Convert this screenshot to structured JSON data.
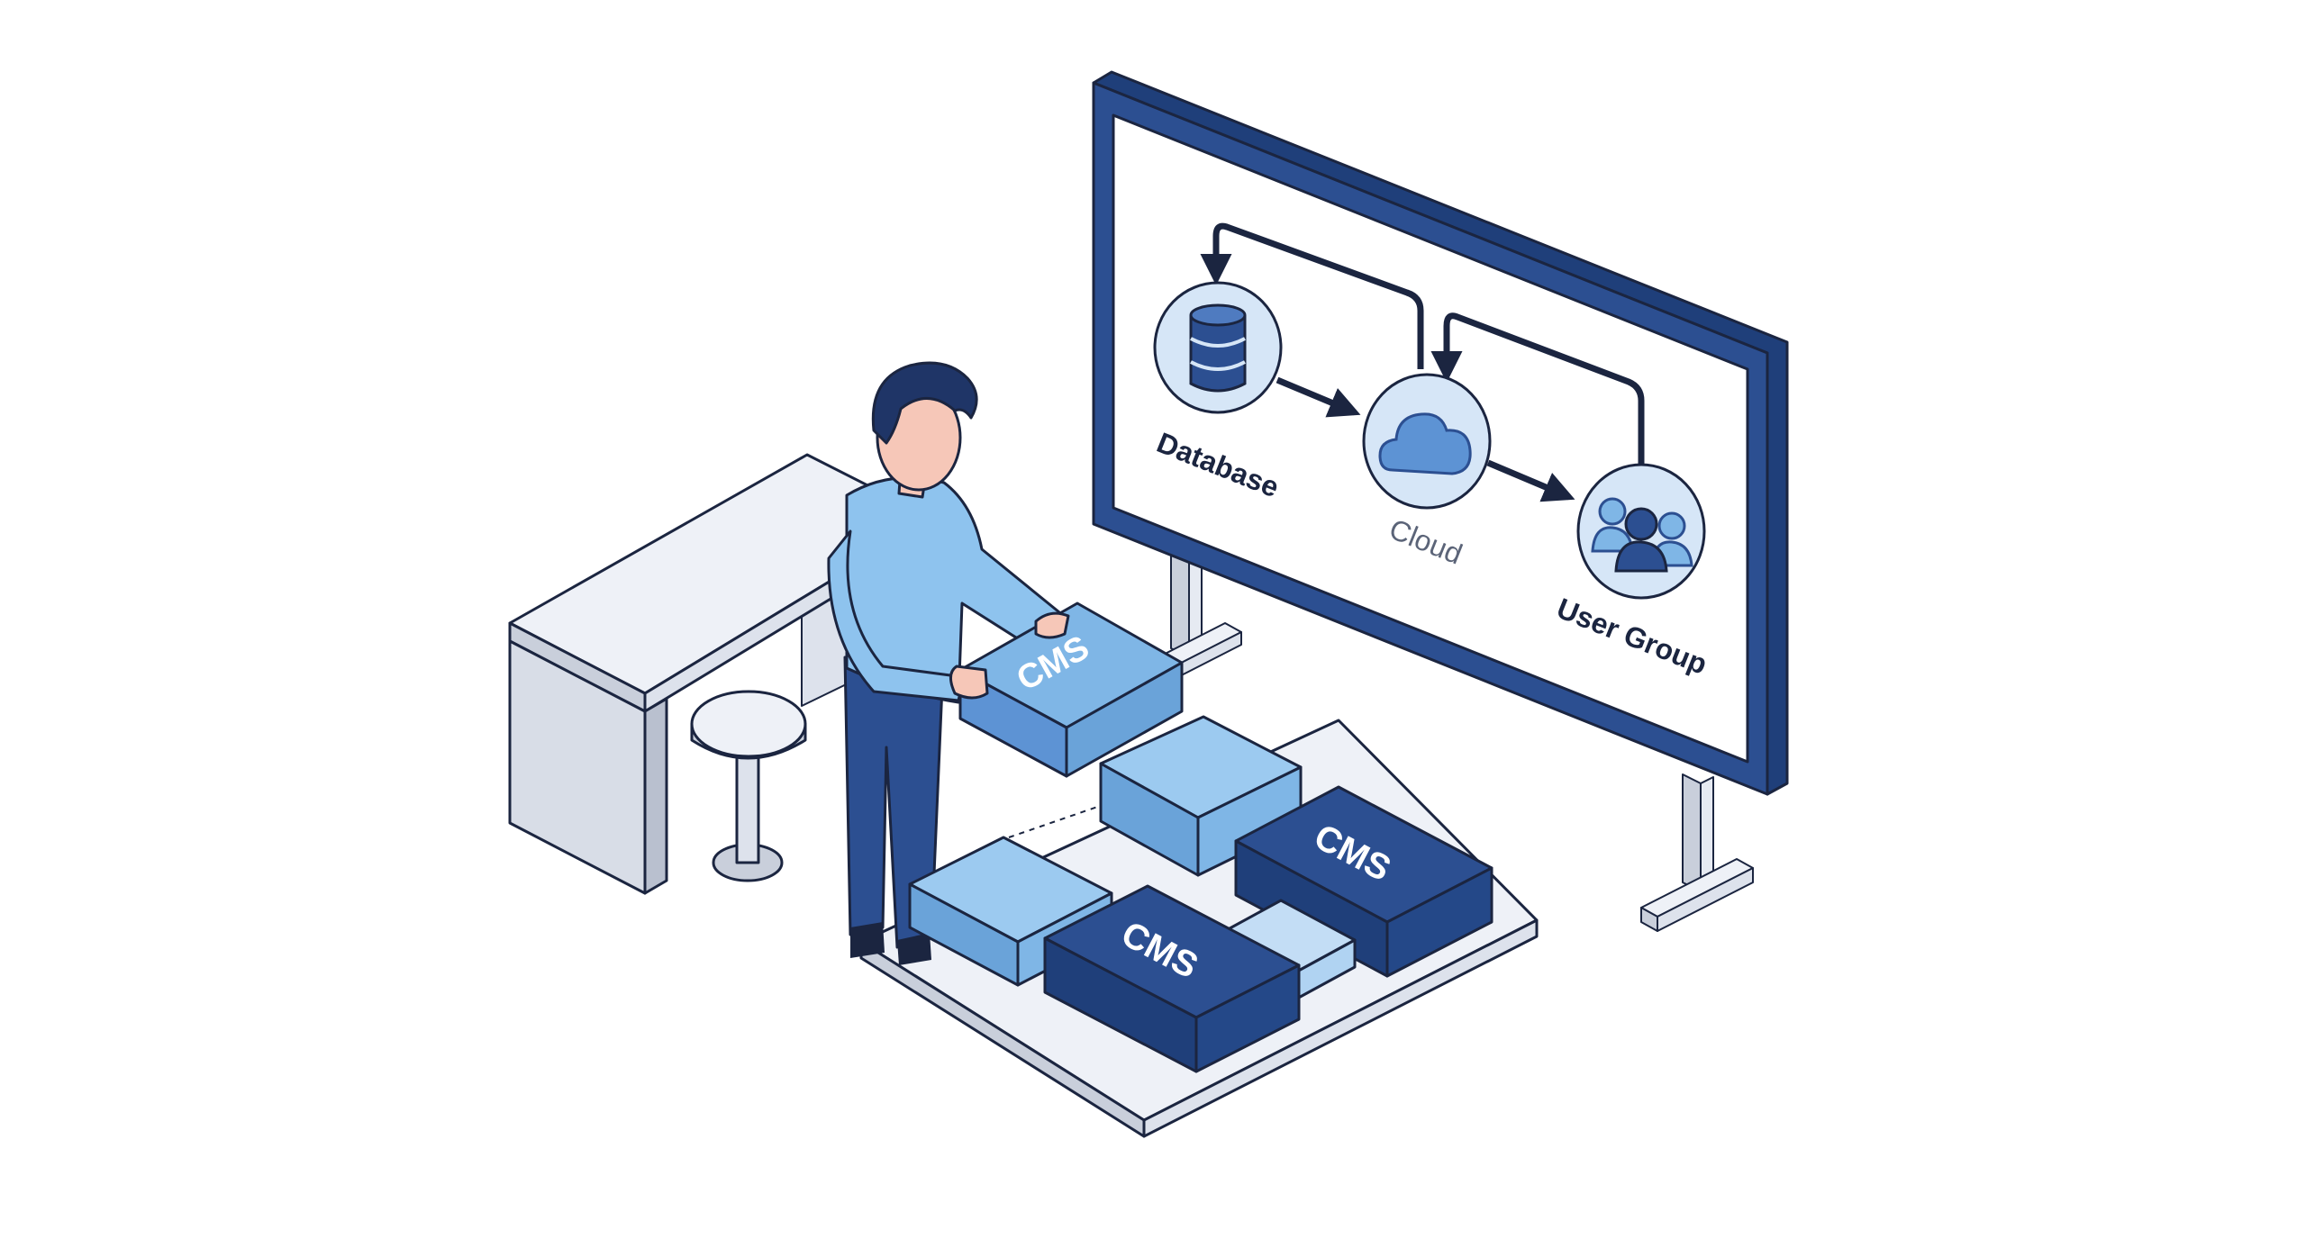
{
  "illustration": {
    "diagram": {
      "nodes": [
        {
          "label": "Database",
          "icon": "database-icon"
        },
        {
          "label": "Cloud",
          "icon": "cloud-icon"
        },
        {
          "label": "User Group",
          "icon": "users-icon"
        }
      ]
    },
    "blocks": {
      "held_label": "CMS",
      "dark_left_label": "CMS",
      "dark_right_label": "CMS"
    },
    "colors": {
      "navy": "#2c4f91",
      "dark_block": "#2a4d8f",
      "light_block": "#7fb6e6",
      "light_block_top": "#9ccaf0",
      "skin": "#f6c7b8",
      "hair": "#1f3567",
      "desk_top": "#eef1f7",
      "desk_side": "#c9cfdb",
      "screen_bg": "#ffffff",
      "icon_circle": "#d6e6f7"
    }
  }
}
